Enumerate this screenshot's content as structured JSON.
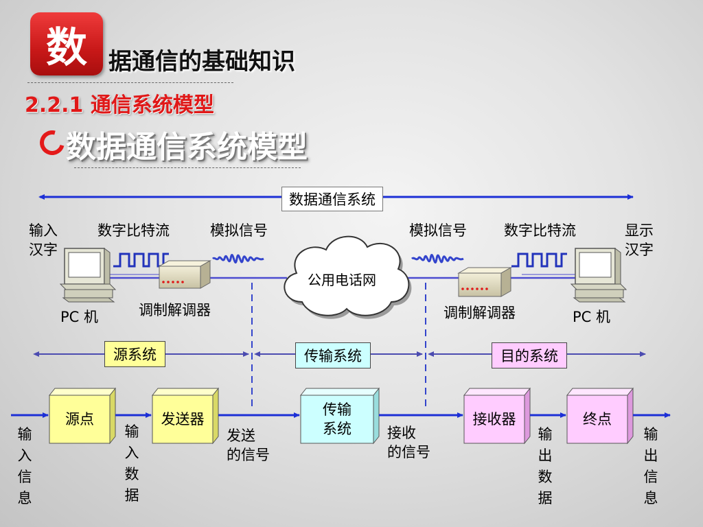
{
  "header": {
    "logo_char": "数",
    "title": "据通信的基础知识",
    "subtitle": "2.2.1  通信系统模型",
    "section_title": "数据通信系统模型"
  },
  "diagram": {
    "system_label": "数据通信系统",
    "left_input": [
      "输入",
      "汉字"
    ],
    "right_output": [
      "显示",
      "汉字"
    ],
    "digital_bitstream": "数字比特流",
    "analog_signal": "模拟信号",
    "network": "公用电话网",
    "modem": "调制解调器",
    "pc": "PC 机",
    "subsystems": [
      "源系统",
      "传输系统",
      "目的系统"
    ],
    "nodes": [
      "源点",
      "发送器",
      "传输\n系统",
      "接收器",
      "终点"
    ],
    "input_info": "输入信息",
    "input_data": "输入数据",
    "sent_signal": [
      "发送",
      "的信号"
    ],
    "received_signal": [
      "接收",
      "的信号"
    ],
    "output_data": "输出数据",
    "output_info": "输出信息"
  },
  "colors": {
    "accent_red": "#e01818",
    "arrow_blue": "#1c2fd6",
    "source_fill": "#ffff99",
    "transmission_fill": "#ccffff",
    "destination_fill": "#ffccff"
  }
}
